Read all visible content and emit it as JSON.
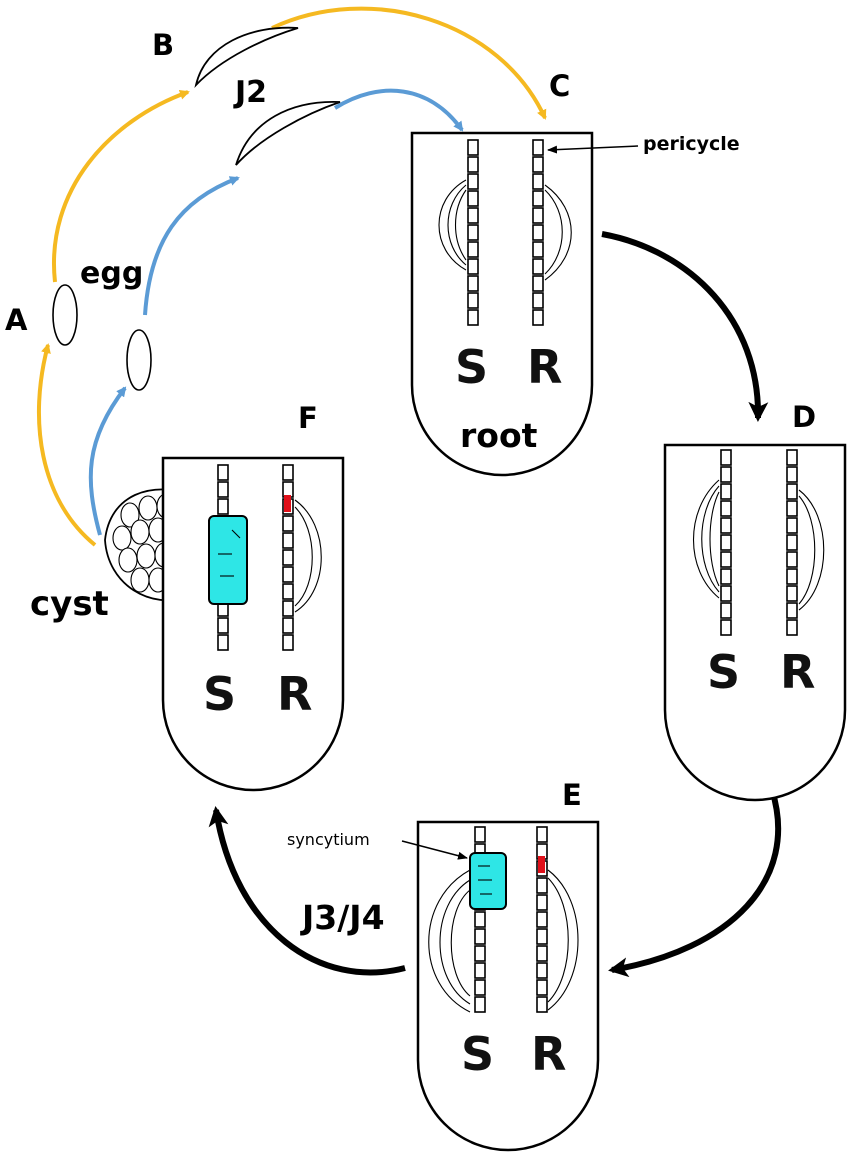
{
  "stage_labels": {
    "a": "A",
    "b": "B",
    "c": "C",
    "d": "D",
    "e": "E",
    "f": "F"
  },
  "labels": {
    "egg": "egg",
    "j2": "J2",
    "cyst": "cyst",
    "root": "root",
    "pericycle": "pericycle",
    "syncytium": "syncytium",
    "j3j4": "J3/J4"
  },
  "columns": {
    "s": "S",
    "r": "R"
  },
  "colors": {
    "susceptible_path": "#F5B921",
    "resistant_path": "#5B9BD5",
    "cycle_arrow": "#000000",
    "syncytium": "#2EE6E6",
    "necrotic_cell": "#E0101A"
  }
}
